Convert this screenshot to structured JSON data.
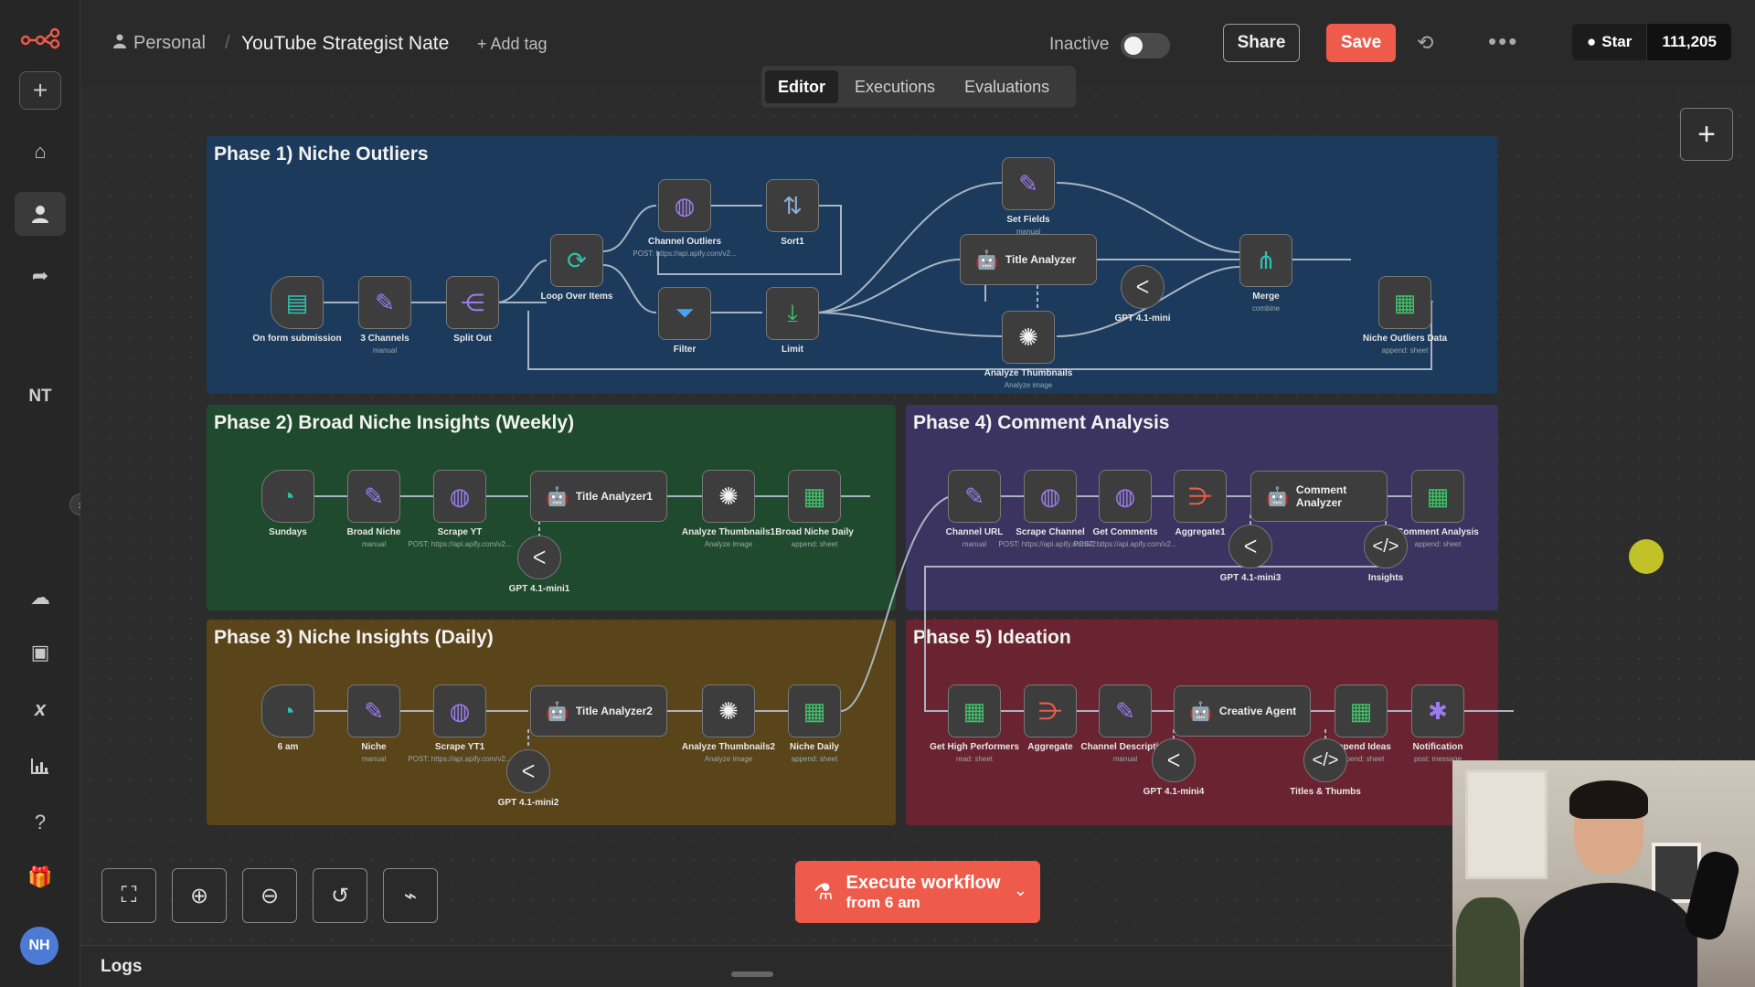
{
  "header": {
    "project": "Personal",
    "workflow_title": "YouTube Strategist Nate",
    "add_tag": "+ Add tag",
    "status_label": "Inactive",
    "share_label": "Share",
    "save_label": "Save",
    "github_star": "Star",
    "github_count": "111,205"
  },
  "sidebar": {
    "initials": "NT",
    "avatar": "NH"
  },
  "tabs": [
    "Editor",
    "Executions",
    "Evaluations"
  ],
  "phases": {
    "p1": "Phase 1) Niche Outliers",
    "p2": "Phase 2) Broad Niche Insights (Weekly)",
    "p3": "Phase 3) Niche Insights (Daily)",
    "p4": "Phase 4) Comment Analysis",
    "p5": "Phase 5) Ideation"
  },
  "nodes": {
    "p1": {
      "form": {
        "label": "On form submission"
      },
      "channels": {
        "label": "3 Channels",
        "sub": "manual"
      },
      "split": {
        "label": "Split Out"
      },
      "loop": {
        "label": "Loop Over Items"
      },
      "outliers": {
        "label": "Channel Outliers",
        "sub": "POST: https://api.apify.com/v2..."
      },
      "sort": {
        "label": "Sort1"
      },
      "filter": {
        "label": "Filter"
      },
      "limit": {
        "label": "Limit"
      },
      "setfields": {
        "label": "Set Fields",
        "sub": "manual"
      },
      "titleanalyzer": {
        "label": "Title Analyzer"
      },
      "gpt": {
        "label": "GPT 4.1-mini"
      },
      "thumbs": {
        "label": "Analyze Thumbnails",
        "sub": "Analyze image"
      },
      "merge": {
        "label": "Merge",
        "sub": "combine"
      },
      "data": {
        "label": "Niche Outliers Data",
        "sub": "append: sheet"
      }
    },
    "p2": {
      "sundays": {
        "label": "Sundays"
      },
      "broad": {
        "label": "Broad Niche",
        "sub": "manual"
      },
      "scrape": {
        "label": "Scrape YT",
        "sub": "POST: https://api.apify.com/v2..."
      },
      "title": {
        "label": "Title Analyzer1"
      },
      "gpt": {
        "label": "GPT 4.1-mini1"
      },
      "thumbs": {
        "label": "Analyze Thumbnails1",
        "sub": "Analyze image"
      },
      "daily": {
        "label": "Broad Niche Daily",
        "sub": "append: sheet"
      }
    },
    "p3": {
      "sixam": {
        "label": "6 am"
      },
      "niche": {
        "label": "Niche",
        "sub": "manual"
      },
      "scrape": {
        "label": "Scrape YT1",
        "sub": "POST: https://api.apify.com/v2..."
      },
      "title": {
        "label": "Title Analyzer2"
      },
      "gpt": {
        "label": "GPT 4.1-mini2"
      },
      "thumbs": {
        "label": "Analyze Thumbnails2",
        "sub": "Analyze image"
      },
      "daily": {
        "label": "Niche Daily",
        "sub": "append: sheet"
      }
    },
    "p4": {
      "url": {
        "label": "Channel URL",
        "sub": "manual"
      },
      "scrape": {
        "label": "Scrape Channel",
        "sub": "POST: https://api.apify.com/v2..."
      },
      "comments": {
        "label": "Get Comments",
        "sub": "POST: https://api.apify.com/v2..."
      },
      "aggregate": {
        "label": "Aggregate1"
      },
      "analyzer": {
        "label": "Comment Analyzer"
      },
      "analysis": {
        "label": "Comment Analysis",
        "sub": "append: sheet"
      },
      "gpt": {
        "label": "GPT 4.1-mini3"
      },
      "insights": {
        "label": "Insights"
      }
    },
    "p5": {
      "high": {
        "label": "Get High Performers",
        "sub": "read: sheet"
      },
      "aggregate": {
        "label": "Aggregate"
      },
      "desc": {
        "label": "Channel Description",
        "sub": "manual"
      },
      "agent": {
        "label": "Creative Agent"
      },
      "ideas": {
        "label": "Append Ideas",
        "sub": "append: sheet"
      },
      "notify": {
        "label": "Notification",
        "sub": "post: message"
      },
      "gpt": {
        "label": "GPT 4.1-mini4"
      },
      "titles": {
        "label": "Titles & Thumbs"
      }
    }
  },
  "execute": {
    "label": "Execute workflow",
    "sub": "from 6 am"
  },
  "logs": {
    "label": "Logs"
  },
  "icons": {
    "logo": "n8n-logo-icon",
    "new": "plus-icon",
    "home": "home-icon",
    "user": "user-icon",
    "share": "share-arrow-icon",
    "cloud": "cloud-icon",
    "box": "package-icon",
    "variable": "variable-icon",
    "insights": "chart-icon",
    "help": "help-icon",
    "gift": "gift-icon"
  },
  "colors": {
    "accent": "#ef5b4b",
    "phase1": "#1b3a5c",
    "phase2": "#1f4a2d",
    "phase3": "#5a4419",
    "phase4": "#3b3360",
    "phase5": "#6a2330"
  }
}
